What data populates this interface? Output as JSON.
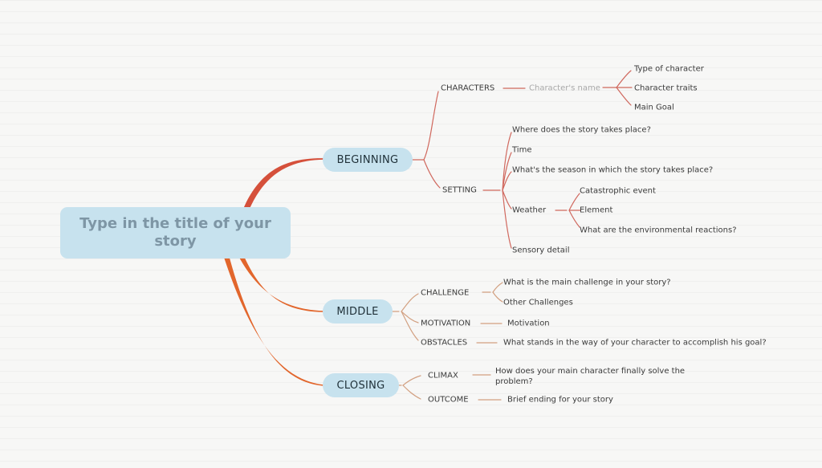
{
  "root": {
    "title": "Type in the title of your story"
  },
  "branches": {
    "beginning": {
      "label": "BEGINNING",
      "characters": {
        "label": "CHARACTERS",
        "placeholder": "Character's name",
        "items": [
          "Type of character",
          "Character traits",
          "Main Goal"
        ]
      },
      "setting": {
        "label": "SETTING",
        "place": "Where does the story takes place?",
        "time": "Time",
        "season": "What's the season in which the story takes place?",
        "weather": {
          "label": "Weather",
          "items": [
            "Catastrophic event",
            "Element",
            "What are the environmental reactions?"
          ]
        },
        "sensory": "Sensory detail"
      }
    },
    "middle": {
      "label": "MIDDLE",
      "challenge": {
        "label": "CHALLENGE",
        "items": [
          "What is the main challenge in your story?",
          "Other Challenges"
        ]
      },
      "motivation": {
        "label": "MOTIVATION",
        "value": "Motivation"
      },
      "obstacles": {
        "label": "OBSTACLES",
        "value": "What stands in the way of your character to accomplish his goal?"
      }
    },
    "closing": {
      "label": "CLOSING",
      "climax": {
        "label": "CLIMAX",
        "value": "How does your main character finally solve the problem?"
      },
      "outcome": {
        "label": "OUTCOME",
        "value": "Brief ending for your story"
      }
    }
  },
  "colors": {
    "background": "#f7f7f6",
    "node_fill": "#c7e2ee",
    "root_text": "#7e96a5",
    "topic_text": "#1f3038",
    "label_text": "#3b3b3b",
    "placeholder_text": "#a8a8a8",
    "curve_red": "#d5503b",
    "curve_orange": "#e2662c",
    "line_salmon": "#d0685e",
    "line_tan": "#d2a081"
  }
}
